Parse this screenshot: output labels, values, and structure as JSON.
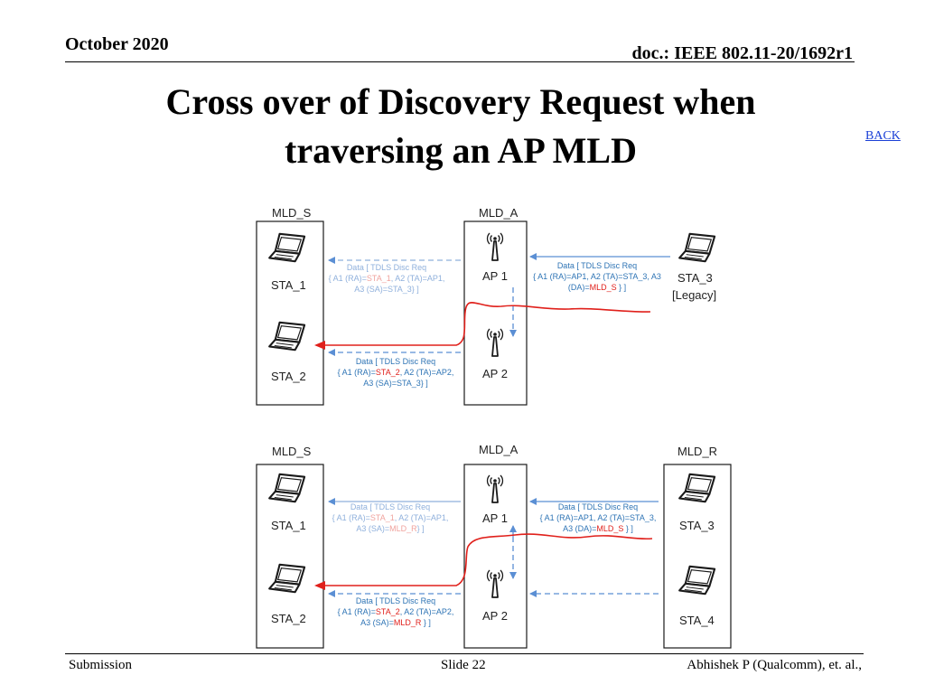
{
  "header": {
    "date": "October 2020",
    "doc": "doc.: IEEE 802.11-20/1692r1"
  },
  "title": {
    "line1": "Cross over of Discovery Request when",
    "line2": "traversing an AP MLD"
  },
  "back_link": "BACK",
  "colors": {
    "arrow_blue": "#5b8fd4",
    "arrow_red": "#e0201b",
    "text_blue": "#2e74b5",
    "text_faded": "#8fb0dc",
    "text_red": "#e0201b"
  },
  "diagram1": {
    "mld_s": "MLD_S",
    "mld_a": "MLD_A",
    "sta1": "STA_1",
    "sta2": "STA_2",
    "ap1": "AP 1",
    "ap2": "AP 2",
    "sta3": "STA_3",
    "sta3_tag": "[Legacy]",
    "left_upper_msg": {
      "l1": "Data [ TDLS Disc Req",
      "l2a": "{ A1 (RA)=",
      "l2b": "STA_1",
      "l2c": ", A2 (TA)=AP1,",
      "l3": "A3 (SA)=STA_3} ]"
    },
    "right_upper_msg": {
      "l1": "Data [ TDLS Disc Req",
      "l2": "{ A1 (RA)=AP1, A2 (TA)=STA_3, A3",
      "l3a": "(DA)=",
      "l3b": "MLD_S",
      "l3c": " } ]"
    },
    "left_lower_msg": {
      "l1": "Data [ TDLS Disc Req",
      "l2a": "{ A1 (RA)=",
      "l2b": "STA_2",
      "l2c": ", A2 (TA)=AP2,",
      "l3": "A3 (SA)=STA_3} ]"
    }
  },
  "diagram2": {
    "mld_s": "MLD_S",
    "mld_a": "MLD_A",
    "mld_r": "MLD_R",
    "sta1": "STA_1",
    "sta2": "STA_2",
    "ap1": "AP 1",
    "ap2": "AP 2",
    "sta3": "STA_3",
    "sta4": "STA_4",
    "left_upper_msg": {
      "l1": "Data [ TDLS Disc Req",
      "l2a": "{ A1 (RA)=",
      "l2b": "STA_1",
      "l2c": ", A2 (TA)=AP1,",
      "l3a": "A3 (SA)=",
      "l3b": "MLD_R",
      "l3c": "} ]"
    },
    "right_upper_msg": {
      "l1": "Data [ TDLS Disc Req",
      "l2": "{ A1 (RA)=AP1, A2 (TA)=STA_3,",
      "l3a": "A3 (DA)=",
      "l3b": "MLD_S",
      "l3c": " } ]"
    },
    "left_lower_msg": {
      "l1": "Data [ TDLS Disc Req",
      "l2a": "{ A1 (RA)=",
      "l2b": "STA_2",
      "l2c": ", A2 (TA)=AP2,",
      "l3a": "A3 (SA)=",
      "l3b": "MLD_R",
      "l3c": " } ]"
    }
  },
  "footer": {
    "left": "Submission",
    "center": "Slide 22",
    "right": "Abhishek P (Qualcomm), et. al.,"
  }
}
